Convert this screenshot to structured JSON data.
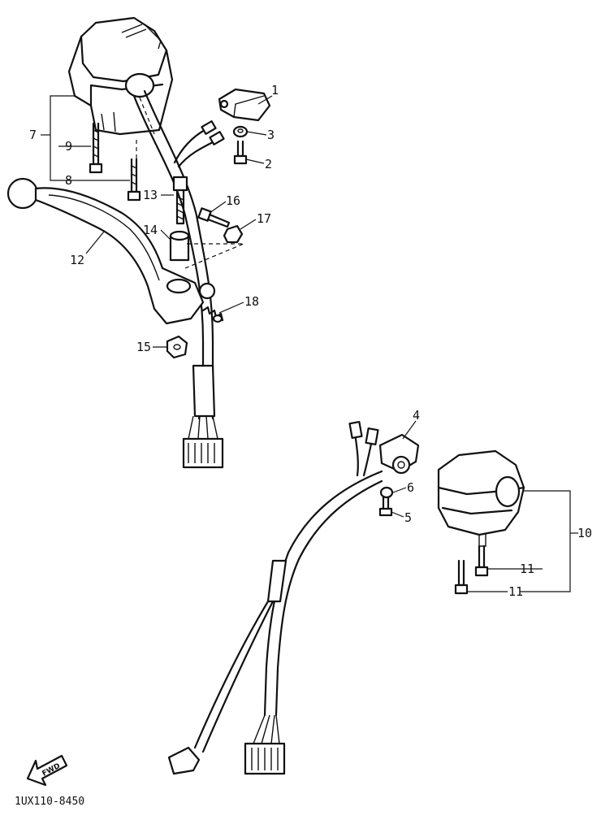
{
  "diagram": {
    "callouts": [
      {
        "id": "1",
        "label": "1"
      },
      {
        "id": "2",
        "label": "2"
      },
      {
        "id": "3",
        "label": "3"
      },
      {
        "id": "4",
        "label": "4"
      },
      {
        "id": "5",
        "label": "5"
      },
      {
        "id": "6",
        "label": "6"
      },
      {
        "id": "7",
        "label": "7"
      },
      {
        "id": "8",
        "label": "8"
      },
      {
        "id": "9",
        "label": "9"
      },
      {
        "id": "10",
        "label": "10"
      },
      {
        "id": "11a",
        "label": "11"
      },
      {
        "id": "11b",
        "label": "11"
      },
      {
        "id": "12",
        "label": "12"
      },
      {
        "id": "13",
        "label": "13"
      },
      {
        "id": "14",
        "label": "14"
      },
      {
        "id": "15",
        "label": "15"
      },
      {
        "id": "16",
        "label": "16"
      },
      {
        "id": "17",
        "label": "17"
      },
      {
        "id": "18",
        "label": "18"
      }
    ],
    "diagram_code": "1UX110-8450",
    "direction_badge": "FWD",
    "icons": [
      "fwd-arrow-icon"
    ]
  }
}
